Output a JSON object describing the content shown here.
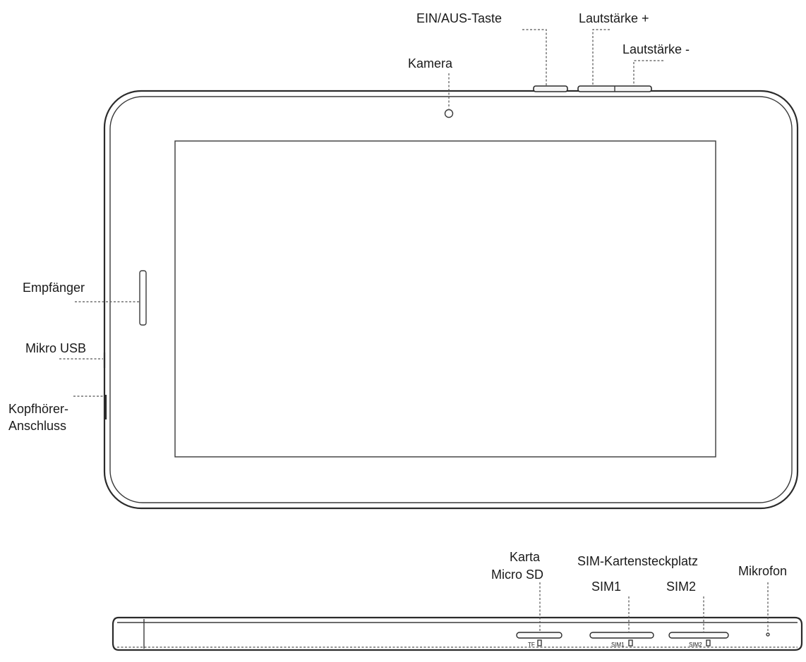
{
  "labels": {
    "power_button": "EIN/AUS-Taste",
    "volume_up": "Lautstärke +",
    "volume_down": "Lautstärke -",
    "camera": "Kamera",
    "receiver": "Empfänger",
    "micro_usb": "Mikro USB",
    "headphone_line1": "Kopfhörer-",
    "headphone_line2": "Anschluss",
    "sd_line1": "Karta",
    "sd_line2": "Micro SD",
    "sim_slot": "SIM-Kartensteckplatz",
    "sim1": "SIM1",
    "sim2": "SIM2",
    "microphone": "Mikrofon"
  },
  "slot_marks": {
    "tf": "TF",
    "sim1": "SIM1",
    "sim2": "SIM2"
  },
  "colors": {
    "line": "#2b2b2b",
    "leader": "#555555",
    "text": "#1a1a1a"
  }
}
